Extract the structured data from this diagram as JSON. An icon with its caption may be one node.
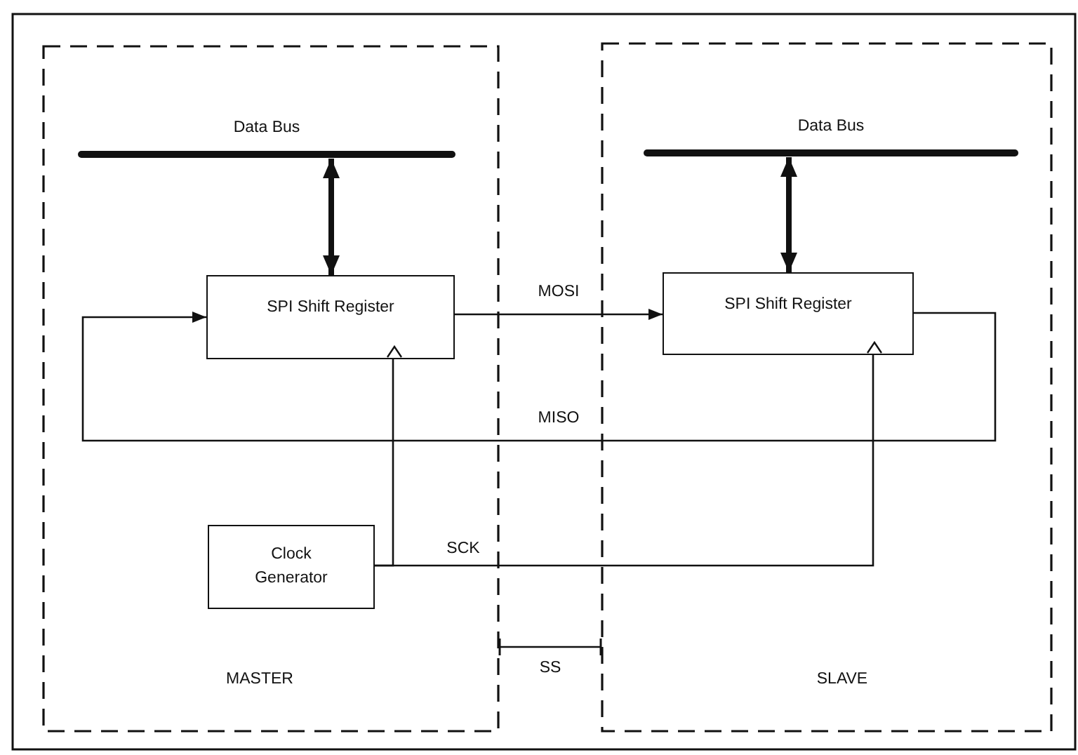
{
  "diagram": {
    "nodes": [
      {
        "text": [
          "MASTER"
        ]
      },
      {
        "text": [
          "Data Bus"
        ],
        "in": 0
      },
      {
        "text": [
          "SPI Shift Register"
        ],
        "in": 0
      },
      {
        "text": [
          "Clock Generator"
        ],
        "in": 0
      },
      {
        "text": [
          "SLAVE"
        ]
      },
      {
        "text": [
          "Data Bus"
        ],
        "in": 4
      },
      {
        "text": [
          "SPI Shift Register"
        ],
        "in": 4
      }
    ],
    "edges": [
      {
        "from": 1,
        "to": 2,
        "arrow": "both",
        "style": "thick"
      },
      {
        "from": 5,
        "to": 6,
        "arrow": "both",
        "style": "thick"
      },
      {
        "from": 2,
        "to": 6,
        "arrow": "to",
        "label": "MOSI"
      },
      {
        "from": 6,
        "to": 2,
        "arrow": "to",
        "label": "MISO"
      },
      {
        "from": 3,
        "to": 2,
        "arrow": "none"
      },
      {
        "from": 3,
        "to": 6,
        "arrow": "none",
        "label": "SCK"
      },
      {
        "from": 0,
        "to": 4,
        "arrow": "other",
        "label": "SS"
      }
    ]
  }
}
